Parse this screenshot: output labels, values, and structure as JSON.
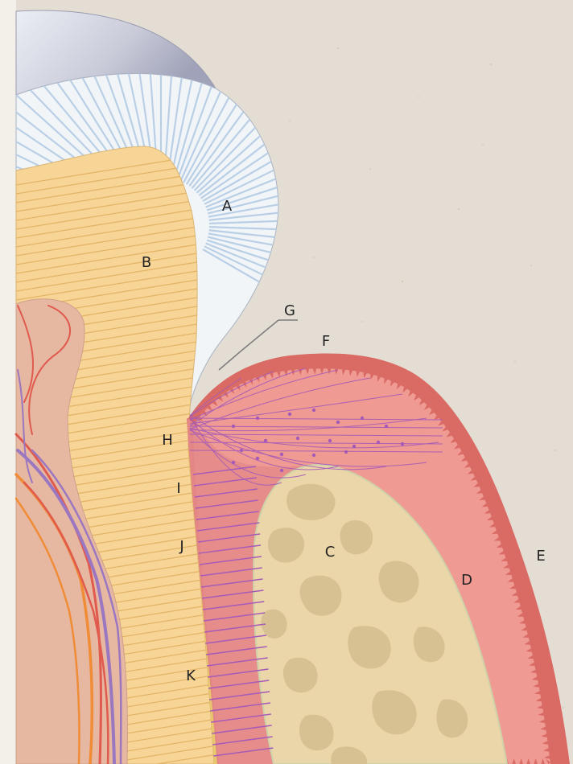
{
  "labels": {
    "a": "A",
    "b": "B",
    "c": "C",
    "d": "D",
    "e": "E",
    "f": "F",
    "g": "G",
    "h": "H",
    "i": "I",
    "j": "J",
    "k": "K"
  },
  "colors": {
    "background": "#e4ddd3",
    "enamel": "#f2f5f8",
    "enamel_rods": "#b9cfe6",
    "crown_cap": "#c5c7d6",
    "dentin": "#f7d597",
    "dentin_tubules": "#e3b466",
    "pulp": "#e6b8a2",
    "cementum": "#e8c463",
    "gingiva": "#ef9a92",
    "gingival_epithelium": "#d96a64",
    "bone": "#ead6a8",
    "bone_cavities": "#d7c193",
    "periodontal_fibers": "#a55ab8",
    "vessel_red": "#e05a4e",
    "vessel_orange": "#f08b36",
    "vessel_purple": "#9a77c0"
  }
}
